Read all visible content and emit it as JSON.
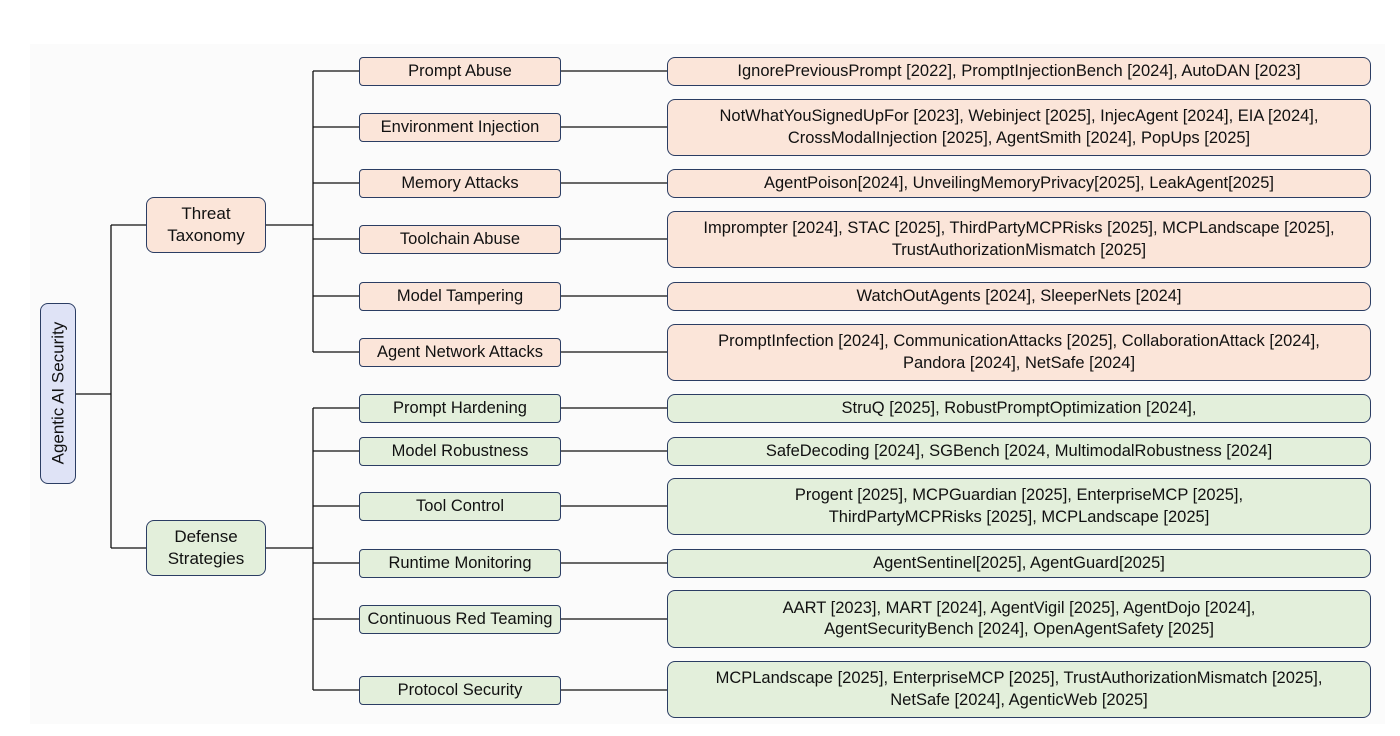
{
  "root": {
    "label": "Agentic AI Security"
  },
  "categories": [
    {
      "label": "Threat\nTaxonomy",
      "items": [
        {
          "label": "Prompt Abuse",
          "refs": "IgnorePreviousPrompt [2022], PromptInjectionBench [2024], AutoDAN [2023]"
        },
        {
          "label": "Environment Injection",
          "refs": "NotWhatYouSignedUpFor [2023], Webinject [2025], InjecAgent [2024], EIA [2024],\nCrossModalInjection [2025], AgentSmith [2024], PopUps [2025]"
        },
        {
          "label": "Memory Attacks",
          "refs": "AgentPoison[2024], UnveilingMemoryPrivacy[2025], LeakAgent[2025]"
        },
        {
          "label": "Toolchain Abuse",
          "refs": "Imprompter [2024], STAC [2025], ThirdPartyMCPRisks [2025], MCPLandscape [2025],\nTrustAuthorizationMismatch [2025]"
        },
        {
          "label": "Model Tampering",
          "refs": "WatchOutAgents [2024], SleeperNets [2024]"
        },
        {
          "label": "Agent Network Attacks",
          "refs": "PromptInfection [2024], CommunicationAttacks [2025], CollaborationAttack [2024],\nPandora [2024], NetSafe [2024]"
        }
      ]
    },
    {
      "label": "Defense\nStrategies",
      "items": [
        {
          "label": "Prompt Hardening",
          "refs": "StruQ [2025], RobustPromptOptimization [2024],"
        },
        {
          "label": "Model Robustness",
          "refs": "SafeDecoding [2024], SGBench [2024, MultimodalRobustness [2024]"
        },
        {
          "label": "Tool Control",
          "refs": "Progent [2025], MCPGuardian [2025], EnterpriseMCP [2025],\nThirdPartyMCPRisks [2025], MCPLandscape [2025]"
        },
        {
          "label": "Runtime Monitoring",
          "refs": "AgentSentinel[2025], AgentGuard[2025]"
        },
        {
          "label": "Continuous Red Teaming",
          "refs": "AART [2023], MART [2024], AgentVigil [2025], AgentDojo [2024],\nAgentSecurityBench [2024], OpenAgentSafety [2025]"
        },
        {
          "label": "Protocol Security",
          "refs": "MCPLandscape [2025], EnterpriseMCP [2025], TrustAuthorizationMismatch [2025],\nNetSafe [2024], AgenticWeb [2025]"
        }
      ]
    }
  ],
  "colors": {
    "root_fill": "#dfe3f6",
    "threat_fill": "#fbe5d9",
    "defense_fill": "#e3efdb",
    "border": "#2b3d63",
    "line": "#111111"
  }
}
